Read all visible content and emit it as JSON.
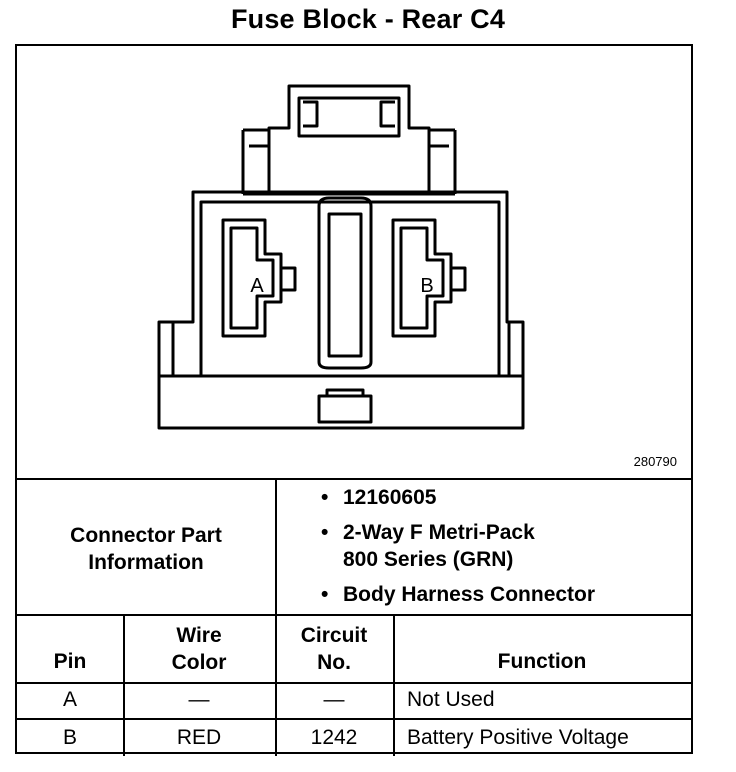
{
  "title": "Fuse Block - Rear C4",
  "figure_ref": "280790",
  "cavity_labels": {
    "a": "A",
    "b": "B"
  },
  "connector_info": {
    "header_line1": "Connector Part",
    "header_line2": "Information",
    "part_number": "12160605",
    "type_line1": "2-Way F Metri-Pack",
    "type_line2": "800 Series (GRN)",
    "description": "Body Harness Connector"
  },
  "table": {
    "headers": {
      "pin": "Pin",
      "wire_color_1": "Wire",
      "wire_color_2": "Color",
      "circuit_1": "Circuit",
      "circuit_2": "No.",
      "function": "Function"
    },
    "rows": [
      {
        "pin": "A",
        "wire_color": "—",
        "circuit": "—",
        "function": "Not Used"
      },
      {
        "pin": "B",
        "wire_color": "RED",
        "circuit": "1242",
        "function": "Battery Positive Voltage"
      }
    ]
  }
}
